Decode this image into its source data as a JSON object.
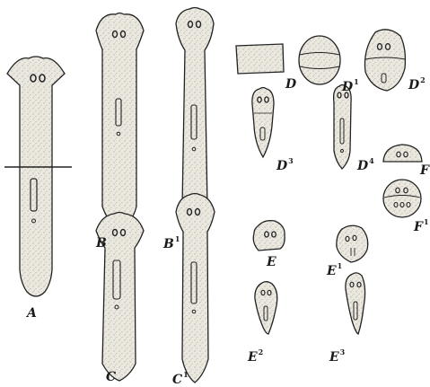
{
  "figure": {
    "labels": {
      "A": "A",
      "B": "B",
      "B1": {
        "base": "B",
        "sup": "1"
      },
      "C": "C",
      "C1": {
        "base": "C",
        "sup": "1"
      },
      "D": "D",
      "D1": {
        "base": "D",
        "sup": "1"
      },
      "D2": {
        "base": "D",
        "sup": "2"
      },
      "D3": {
        "base": "D",
        "sup": "3"
      },
      "D4": {
        "base": "D",
        "sup": "4"
      },
      "E": "E",
      "E1": {
        "base": "E",
        "sup": "1"
      },
      "E2": {
        "base": "E",
        "sup": "2"
      },
      "E3": {
        "base": "E",
        "sup": "3"
      },
      "F": "F",
      "F1": {
        "base": "F",
        "sup": "1"
      }
    },
    "colors": {
      "body_fill": "#e9e6dc",
      "outline": "#222222",
      "stipple": "#6f6a60",
      "background": "#ffffff"
    }
  }
}
